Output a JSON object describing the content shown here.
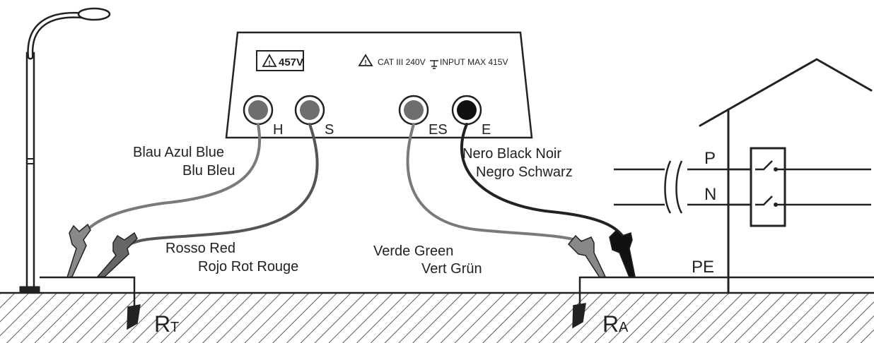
{
  "instrument": {
    "warning_badge": "457V",
    "cat_rating": "CAT III 240V",
    "input_max": "INPUT MAX 415V",
    "terminals": [
      "H",
      "S",
      "ES",
      "E"
    ]
  },
  "cable_labels": {
    "blue_line1": "Blau Azul Blue",
    "blue_line2": "Blu Bleu",
    "red_line1": "Rosso Red",
    "red_line2": "Rojo Rot Rouge",
    "green_line1": "Verde Green",
    "green_line2": "Vert Grün",
    "black_line1": "Nero Black Noir",
    "black_line2": "Negro Schwarz"
  },
  "installation": {
    "phase": "P",
    "neutral": "N",
    "protective_earth": "PE"
  },
  "resistances": {
    "rt_main": "R",
    "rt_sub": "T",
    "ra_main": "R",
    "ra_sub": "A"
  },
  "colors": {
    "line": "#222222",
    "socket_grey": "#6e6e6e",
    "socket_black": "#111111",
    "cable_grey": "#7a7a7a",
    "ground_hatch": "#333333"
  }
}
